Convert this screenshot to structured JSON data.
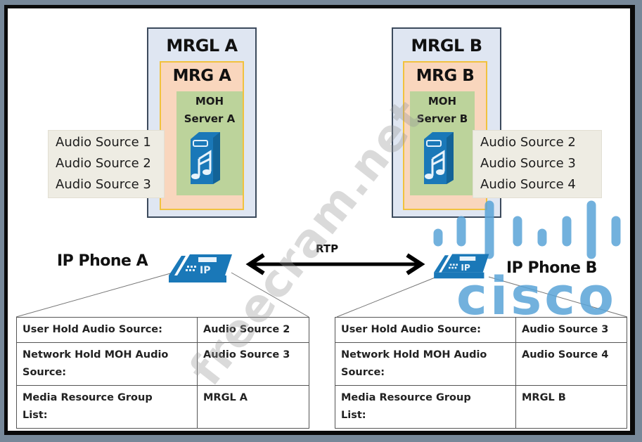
{
  "left": {
    "mrgl_title": "MRGL A",
    "mrg_title": "MRG A",
    "moh_title_line1": "MOH",
    "moh_title_line2": "Server  A",
    "audio_sources": [
      "Audio Source 1",
      "Audio Source 2",
      "Audio Source 3"
    ],
    "phone_label": "IP Phone A",
    "table": [
      {
        "label_line1": "User Hold Audio Source:",
        "label_line2": "",
        "value": "Audio Source 2"
      },
      {
        "label_line1": "Network Hold MOH Audio",
        "label_line2": "Source:",
        "value": "Audio Source 3"
      },
      {
        "label_line1": "Media Resource Group",
        "label_line2": "List:",
        "value": "MRGL A"
      }
    ]
  },
  "right": {
    "mrgl_title": "MRGL B",
    "mrg_title": "MRG B",
    "moh_title_line1": "MOH",
    "moh_title_line2": "Server  B",
    "audio_sources": [
      "Audio Source 2",
      "Audio Source 3",
      "Audio Source 4"
    ],
    "phone_label": "IP Phone B",
    "table": [
      {
        "label_line1": "User Hold Audio Source:",
        "label_line2": "",
        "value": "Audio Source 3"
      },
      {
        "label_line1": "Network Hold MOH Audio",
        "label_line2": "Source:",
        "value": "Audio Source 4"
      },
      {
        "label_line1": "Media Resource Group",
        "label_line2": "List:",
        "value": "MRGL B"
      }
    ]
  },
  "link": {
    "label": "RTP"
  },
  "phone_icon_text": "IP",
  "watermarks": {
    "site": "freecram.net",
    "logo": "cisco"
  },
  "colors": {
    "icon_blue": "#1a78b8",
    "cisco_blue": "#5aa4d8",
    "mrgl_fill": "#dfe6f2",
    "mrg_fill": "#f9d6bd",
    "moh_fill": "#bcd39b"
  }
}
